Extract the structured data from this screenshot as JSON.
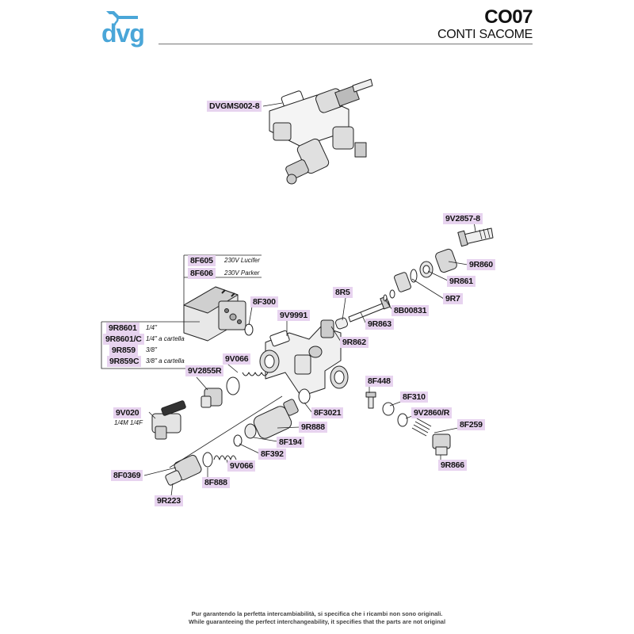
{
  "brand": {
    "name": "dvg",
    "color": "#4aa6d8"
  },
  "header": {
    "model_code": "CO07",
    "model_name": "CONTI SACOME"
  },
  "label_color": "#e7d3ef",
  "labels": {
    "dvgms002_8": "DVGMS002-8",
    "9v2857_8": "9V2857-8",
    "9r860": "9R860",
    "9r861": "9R861",
    "9r7": "9R7",
    "8b00831": "8B00831",
    "9r863": "9R863",
    "8r5": "8R5",
    "9r862": "9R862",
    "9v9991": "9V9991",
    "8f300": "8F300",
    "8f605": "8F605",
    "8f606": "8F606",
    "9r8601": "9R8601",
    "9r8601c": "9R8601/C",
    "9r859": "9R859",
    "9r859c": "9R859C",
    "9v066_a": "9V066",
    "9v2855r": "9V2855R",
    "8f448": "8F448",
    "8f310": "8F310",
    "9v2860r": "9V2860/R",
    "8f259": "8F259",
    "9r866": "9R866",
    "8f3021": "8F3021",
    "9r888": "9R888",
    "8f194": "8F194",
    "8f392": "8F392",
    "9v066_b": "9V066",
    "9v020": "9V020",
    "8f0369": "8F0369",
    "8f888": "8F888",
    "9r223": "9R223"
  },
  "notes": {
    "8f605": "230V Lucifer",
    "8f606": "230V Parker",
    "9r8601": "1/4\"",
    "9r8601c": "1/4\" a cartella",
    "9r859": "3/8\"",
    "9r859c": "3/8\" a cartella",
    "9v020": "1/4M 1/4F"
  },
  "footer": {
    "line_it": "Pur garantendo la perfetta intercambiabilità, si specifica che i ricambi non sono originali.",
    "line_en": "While guaranteeing the perfect interchangeability, it specifies that the parts are not original"
  }
}
